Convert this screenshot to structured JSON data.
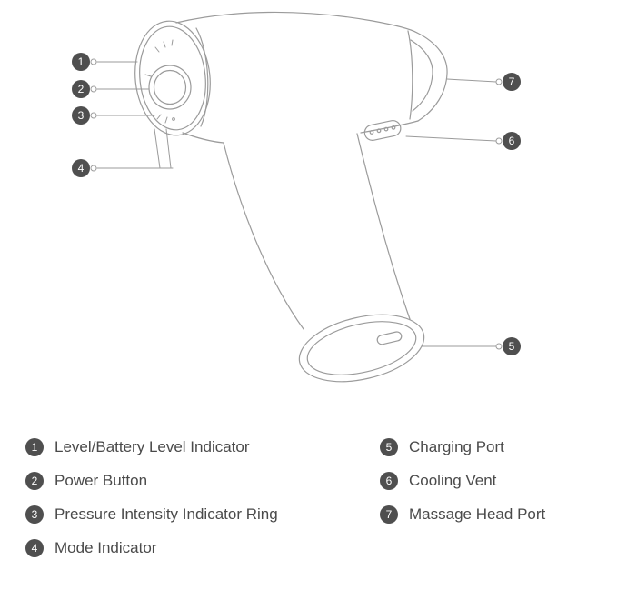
{
  "diagram": {
    "device": "massage-gun",
    "callouts": [
      {
        "num": "1",
        "label": "Level/Battery Level Indicator"
      },
      {
        "num": "2",
        "label": "Power Button"
      },
      {
        "num": "3",
        "label": "Pressure Intensity Indicator Ring"
      },
      {
        "num": "4",
        "label": "Mode Indicator"
      },
      {
        "num": "5",
        "label": "Charging Port"
      },
      {
        "num": "6",
        "label": "Cooling Vent"
      },
      {
        "num": "7",
        "label": "Massage Head Port"
      }
    ],
    "colors": {
      "badge": "#4f4f4f",
      "line_art": "#9b9b9b",
      "text": "#4a4a4a",
      "background": "#ffffff"
    }
  }
}
